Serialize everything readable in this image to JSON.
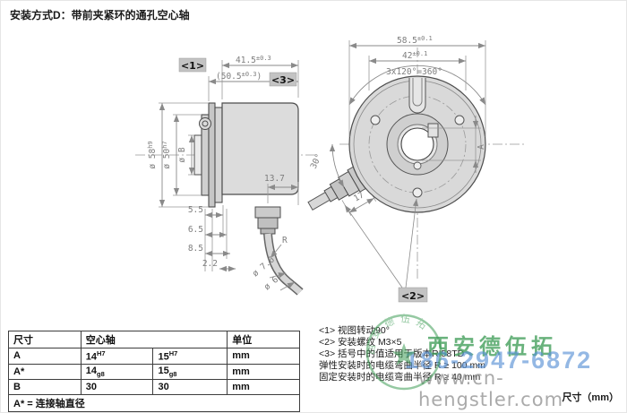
{
  "title": "安装方式D：带前夹紧环的通孔空心轴",
  "side_view": {
    "label_1": "<1>",
    "label_3": "<3>",
    "dim_depth": "41.5",
    "dim_depth_tol": "±0.3",
    "dim_depth_alt_open": "(50.5",
    "dim_depth_alt_tol": "±0.3",
    "dim_depth_alt_close": ")",
    "dia_housing": "ø 58",
    "dia_housing_tol": "h9",
    "dia_pilot": "ø 50",
    "dia_pilot_tol": "h7",
    "dia_bore": "ø B",
    "dim_gland_offset": "13.7",
    "dim_step1": "5.5",
    "dim_step2": "6.5",
    "dim_step3": "8.5",
    "dim_step4": "2.2",
    "cable_radius_label": "R",
    "cable_dia_outer": "ø 7.6",
    "cable_dia_inner": "ø 6"
  },
  "front_view": {
    "label_2": "<2>",
    "dim_width": "58.5",
    "dim_width_tol": "±0.1",
    "dim_bolt_circle": "42",
    "dim_bolt_circle_tol": "±0.1",
    "dim_hole_pattern": "3x120°=360°",
    "dim_cable_angle": "30°",
    "dim_gland_length": "17",
    "dim_bore_label": "A"
  },
  "table": {
    "headers": [
      "尺寸",
      "空心轴",
      "单位"
    ],
    "rows": [
      {
        "dim": "A",
        "v1": "14",
        "t1": "H7",
        "v2": "15",
        "t2": "H7",
        "unit": "mm"
      },
      {
        "dim": "A*",
        "v1": "14",
        "t1": "g8",
        "v2": "15",
        "t2": "g8",
        "unit": "mm"
      },
      {
        "dim": "B",
        "v1": "30",
        "t1": "",
        "v2": "30",
        "t2": "",
        "unit": "mm"
      }
    ],
    "footer": "A* = 连接轴直径"
  },
  "notes": {
    "n1": "<1> 视图转动90°",
    "n2": "<2> 安装螺纹 M3×5",
    "n3": "<3> 括号中的值适用于版本RI58TD",
    "n4": "弹性安装时的电缆弯曲半径 R ≥ 100 mm",
    "n5": "固定安装时的电缆弯曲半径 R ≥ 40 mm"
  },
  "footer_unit": "尺寸（mm）",
  "watermark": {
    "company": "西安德伍拓",
    "phone": "186-2947-6872",
    "website": "www.cn-hengstler.com",
    "seal_color": "#3f9d57",
    "company_color": "#44a05c",
    "phone_color": "#5b93d6"
  }
}
